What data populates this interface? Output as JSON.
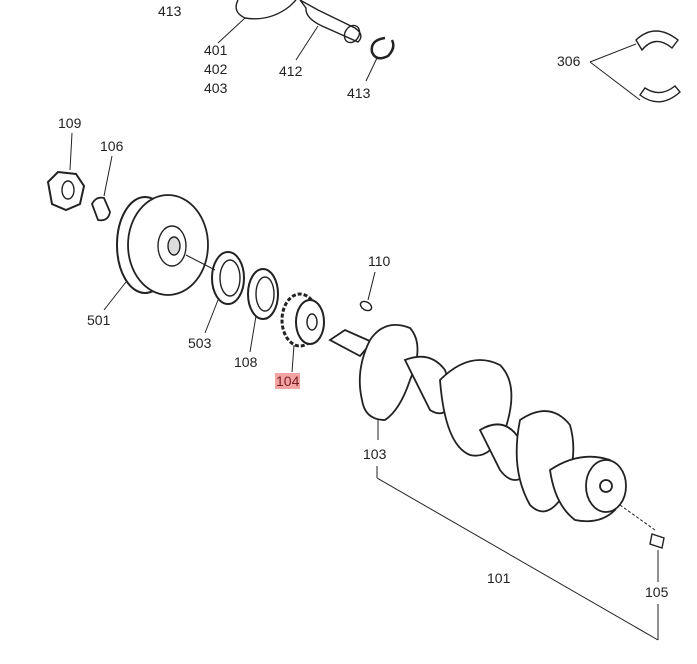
{
  "diagram": {
    "title_hidden": null,
    "labels": {
      "p413a": "413",
      "p401": "401",
      "p402": "402",
      "p403": "403",
      "p412": "412",
      "p413b": "413",
      "p306": "306",
      "p109": "109",
      "p106": "106",
      "p501": "501",
      "p503": "503",
      "p108": "108",
      "p104": "104",
      "p110": "110",
      "p103": "103",
      "p101": "101",
      "p105": "105"
    },
    "highlighted_part": "104",
    "highlight_color": "#f4a3a3"
  }
}
